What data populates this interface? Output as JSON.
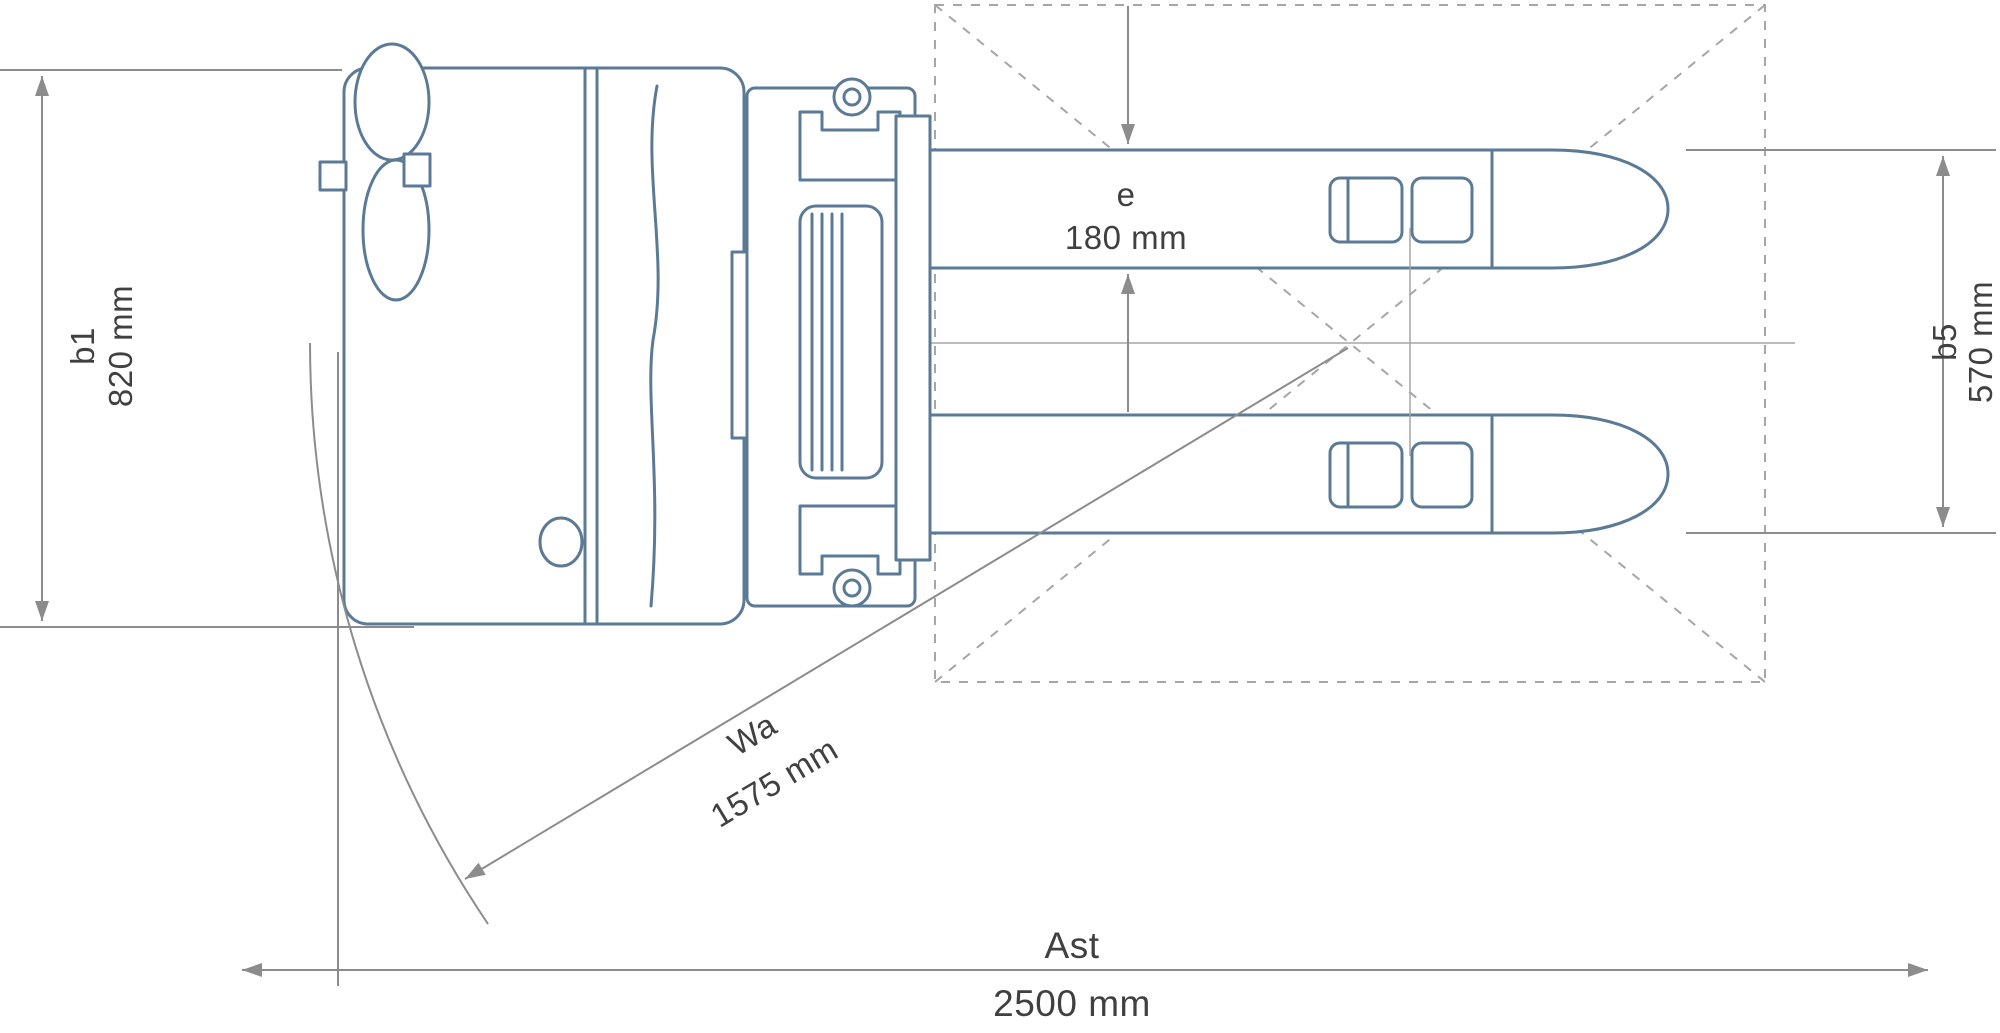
{
  "diagram": {
    "name": "Pallet truck top view with turning radius and aisle dimensions",
    "colors": {
      "line": "#5b7a96",
      "dimension": "#8c8c8c",
      "dash": "#a6a6a6",
      "text": "#404040",
      "background": "#ffffff"
    },
    "dimensions": {
      "b1": {
        "label": "b1",
        "value": "820 mm"
      },
      "e": {
        "label": "e",
        "value": "180 mm"
      },
      "b5": {
        "label": "b5",
        "value": "570 mm"
      },
      "wa": {
        "label": "Wa",
        "value": "1575 mm"
      },
      "ast": {
        "label": "Ast",
        "value": "2500 mm"
      }
    }
  }
}
